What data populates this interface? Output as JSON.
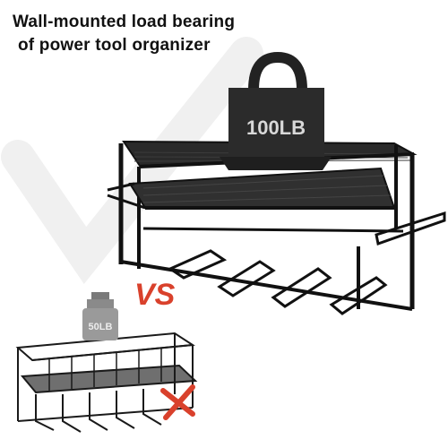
{
  "header": {
    "line1": "Wall-mounted load bearing",
    "line2": "of power tool organizer"
  },
  "product_weight_label": "100LB",
  "comparison_label": "VS",
  "competitor_weight_label": "50LB",
  "colors": {
    "rack": "#1a1a1a",
    "accent": "#d9412c",
    "weight_dark": "#2b2b2b",
    "weight_light": "#9a9a9a"
  },
  "icons": {
    "reject": "red-x-icon"
  }
}
